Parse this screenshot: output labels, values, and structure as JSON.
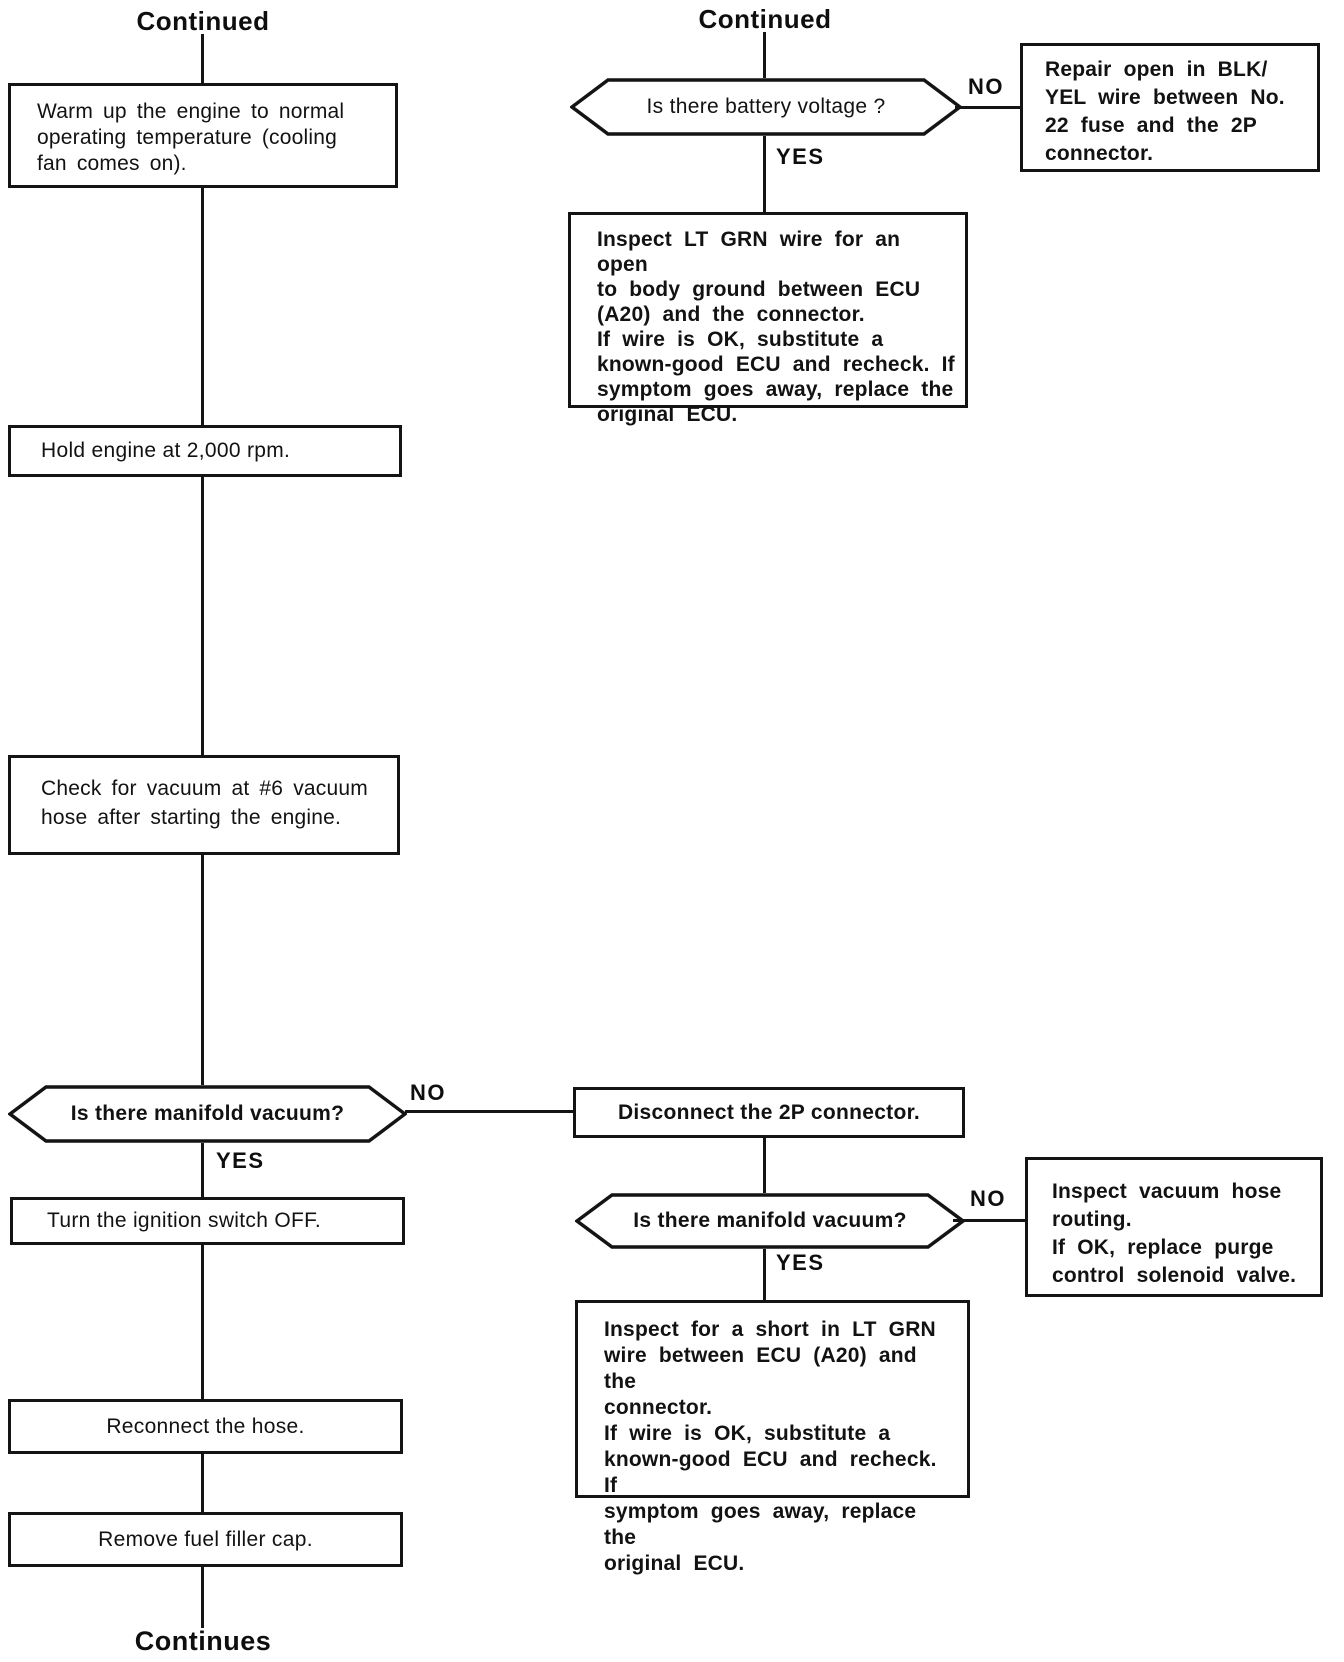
{
  "ink_color": "#141414",
  "labels": {
    "no": "NO",
    "yes": "YES"
  },
  "left": {
    "continued": "Continued",
    "warm_up": [
      "Warm up the engine to normal",
      "operating temperature (cooling",
      "fan comes on)."
    ],
    "hold_rpm": "Hold engine at 2,000 rpm.",
    "check_vacuum": [
      "Check for vacuum at #6 vacuum",
      "hose after starting the engine."
    ],
    "manifold_decision": "Is there manifold vacuum?",
    "ignition_off": "Turn the ignition switch OFF.",
    "reconnect_hose": "Reconnect the hose.",
    "remove_cap": "Remove fuel filler cap.",
    "continues": "Continues"
  },
  "right": {
    "continued": "Continued",
    "battery_decision": "Is there battery voltage ?",
    "repair_open": [
      "Repair open in BLK/",
      "YEL wire between No.",
      "22 fuse and the 2P",
      "connector."
    ],
    "inspect_open_ltgrn": [
      "Inspect LT GRN wire for an open",
      "to body ground between ECU",
      "(A20) and the connector.",
      "If wire is OK, substitute a",
      "known-good ECU and recheck. If",
      "symptom goes away, replace the",
      "original ECU."
    ],
    "disconnect_2p": "Disconnect the 2P connector.",
    "manifold_decision": "Is there manifold vacuum?",
    "inspect_vacuum_routing": [
      "Inspect vacuum hose",
      "routing.",
      "If OK, replace purge",
      "control solenoid valve."
    ],
    "inspect_short_ltgrn": [
      "Inspect for a short in LT GRN",
      "wire between ECU (A20) and the",
      "connector.",
      "If wire is OK, substitute a",
      "known-good ECU and recheck. If",
      "symptom goes away, replace the",
      "original ECU."
    ]
  }
}
